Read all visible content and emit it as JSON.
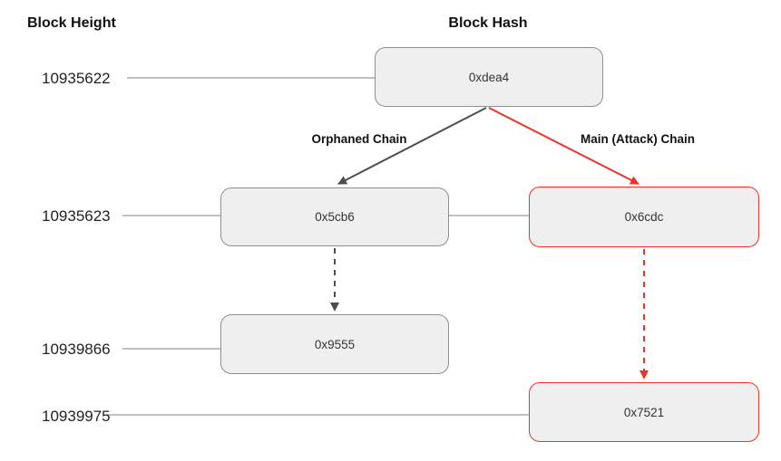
{
  "diagram": {
    "column_headers": {
      "left": "Block Height",
      "center": "Block Hash"
    },
    "heights": [
      "10935622",
      "10935623",
      "10939866",
      "10939975"
    ],
    "nodes": [
      {
        "id": "dea4",
        "label": "0xdea4",
        "chain": "common"
      },
      {
        "id": "5cb6",
        "label": "0x5cb6",
        "chain": "orphaned"
      },
      {
        "id": "6cdc",
        "label": "0x6cdc",
        "chain": "attack"
      },
      {
        "id": "9555",
        "label": "0x9555",
        "chain": "orphaned"
      },
      {
        "id": "7521",
        "label": "0x7521",
        "chain": "attack"
      }
    ],
    "edge_labels": {
      "orphaned": "Orphaned Chain",
      "attack": "Main (Attack) Chain"
    },
    "colors": {
      "attack_red": "#ed332b",
      "arrow_gray": "#4d4d4d",
      "connector_gray": "#808080",
      "node_fill": "#efefef",
      "node_border": "#8f8f8f"
    }
  }
}
